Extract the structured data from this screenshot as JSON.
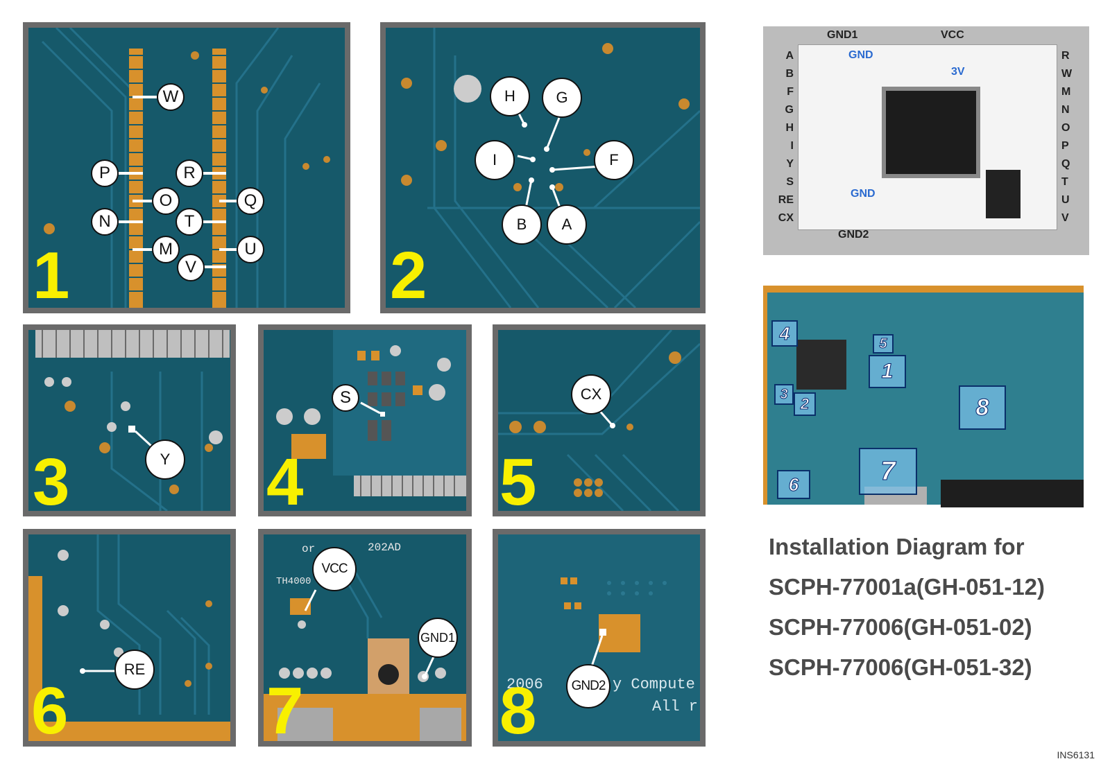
{
  "panels": [
    {
      "number": "1",
      "labels": [
        "W",
        "P",
        "R",
        "O",
        "Q",
        "N",
        "T",
        "M",
        "U",
        "V"
      ]
    },
    {
      "number": "2",
      "labels": [
        "H",
        "G",
        "I",
        "F",
        "B",
        "A"
      ]
    },
    {
      "number": "3",
      "labels": [
        "Y"
      ]
    },
    {
      "number": "4",
      "labels": [
        "S"
      ]
    },
    {
      "number": "5",
      "labels": [
        "CX"
      ]
    },
    {
      "number": "6",
      "labels": [
        "RE"
      ]
    },
    {
      "number": "7",
      "labels": [
        "VCC",
        "GND1"
      ]
    },
    {
      "number": "8",
      "labels": [
        "GND2"
      ],
      "silkscreen": [
        "2006",
        "y Compute",
        "All r"
      ]
    }
  ],
  "panel7_silk": [
    "or",
    "TH4000",
    "202AD"
  ],
  "module": {
    "top_labels": [
      "GND1",
      "VCC"
    ],
    "bottom_label": "GND2",
    "left_labels": [
      "A",
      "B",
      "F",
      "G",
      "H",
      "I",
      "Y",
      "S",
      "RE",
      "CX"
    ],
    "right_labels": [
      "R",
      "W",
      "M",
      "N",
      "O",
      "P",
      "Q",
      "T",
      "U",
      "V"
    ],
    "board_print": [
      "GND",
      "3V",
      "GND"
    ]
  },
  "board_marks": [
    "4",
    "5",
    "1",
    "3",
    "2",
    "8",
    "6",
    "7"
  ],
  "title_lines": [
    "Installation Diagram for",
    "SCPH-77001a(GH-051-12)",
    "SCPH-77006(GH-051-02)",
    "SCPH-77006(GH-051-32)"
  ],
  "code": "INS6131",
  "colors": {
    "pcb": "#16596a",
    "accent": "#f8f000",
    "frame": "#6a6a6a"
  }
}
